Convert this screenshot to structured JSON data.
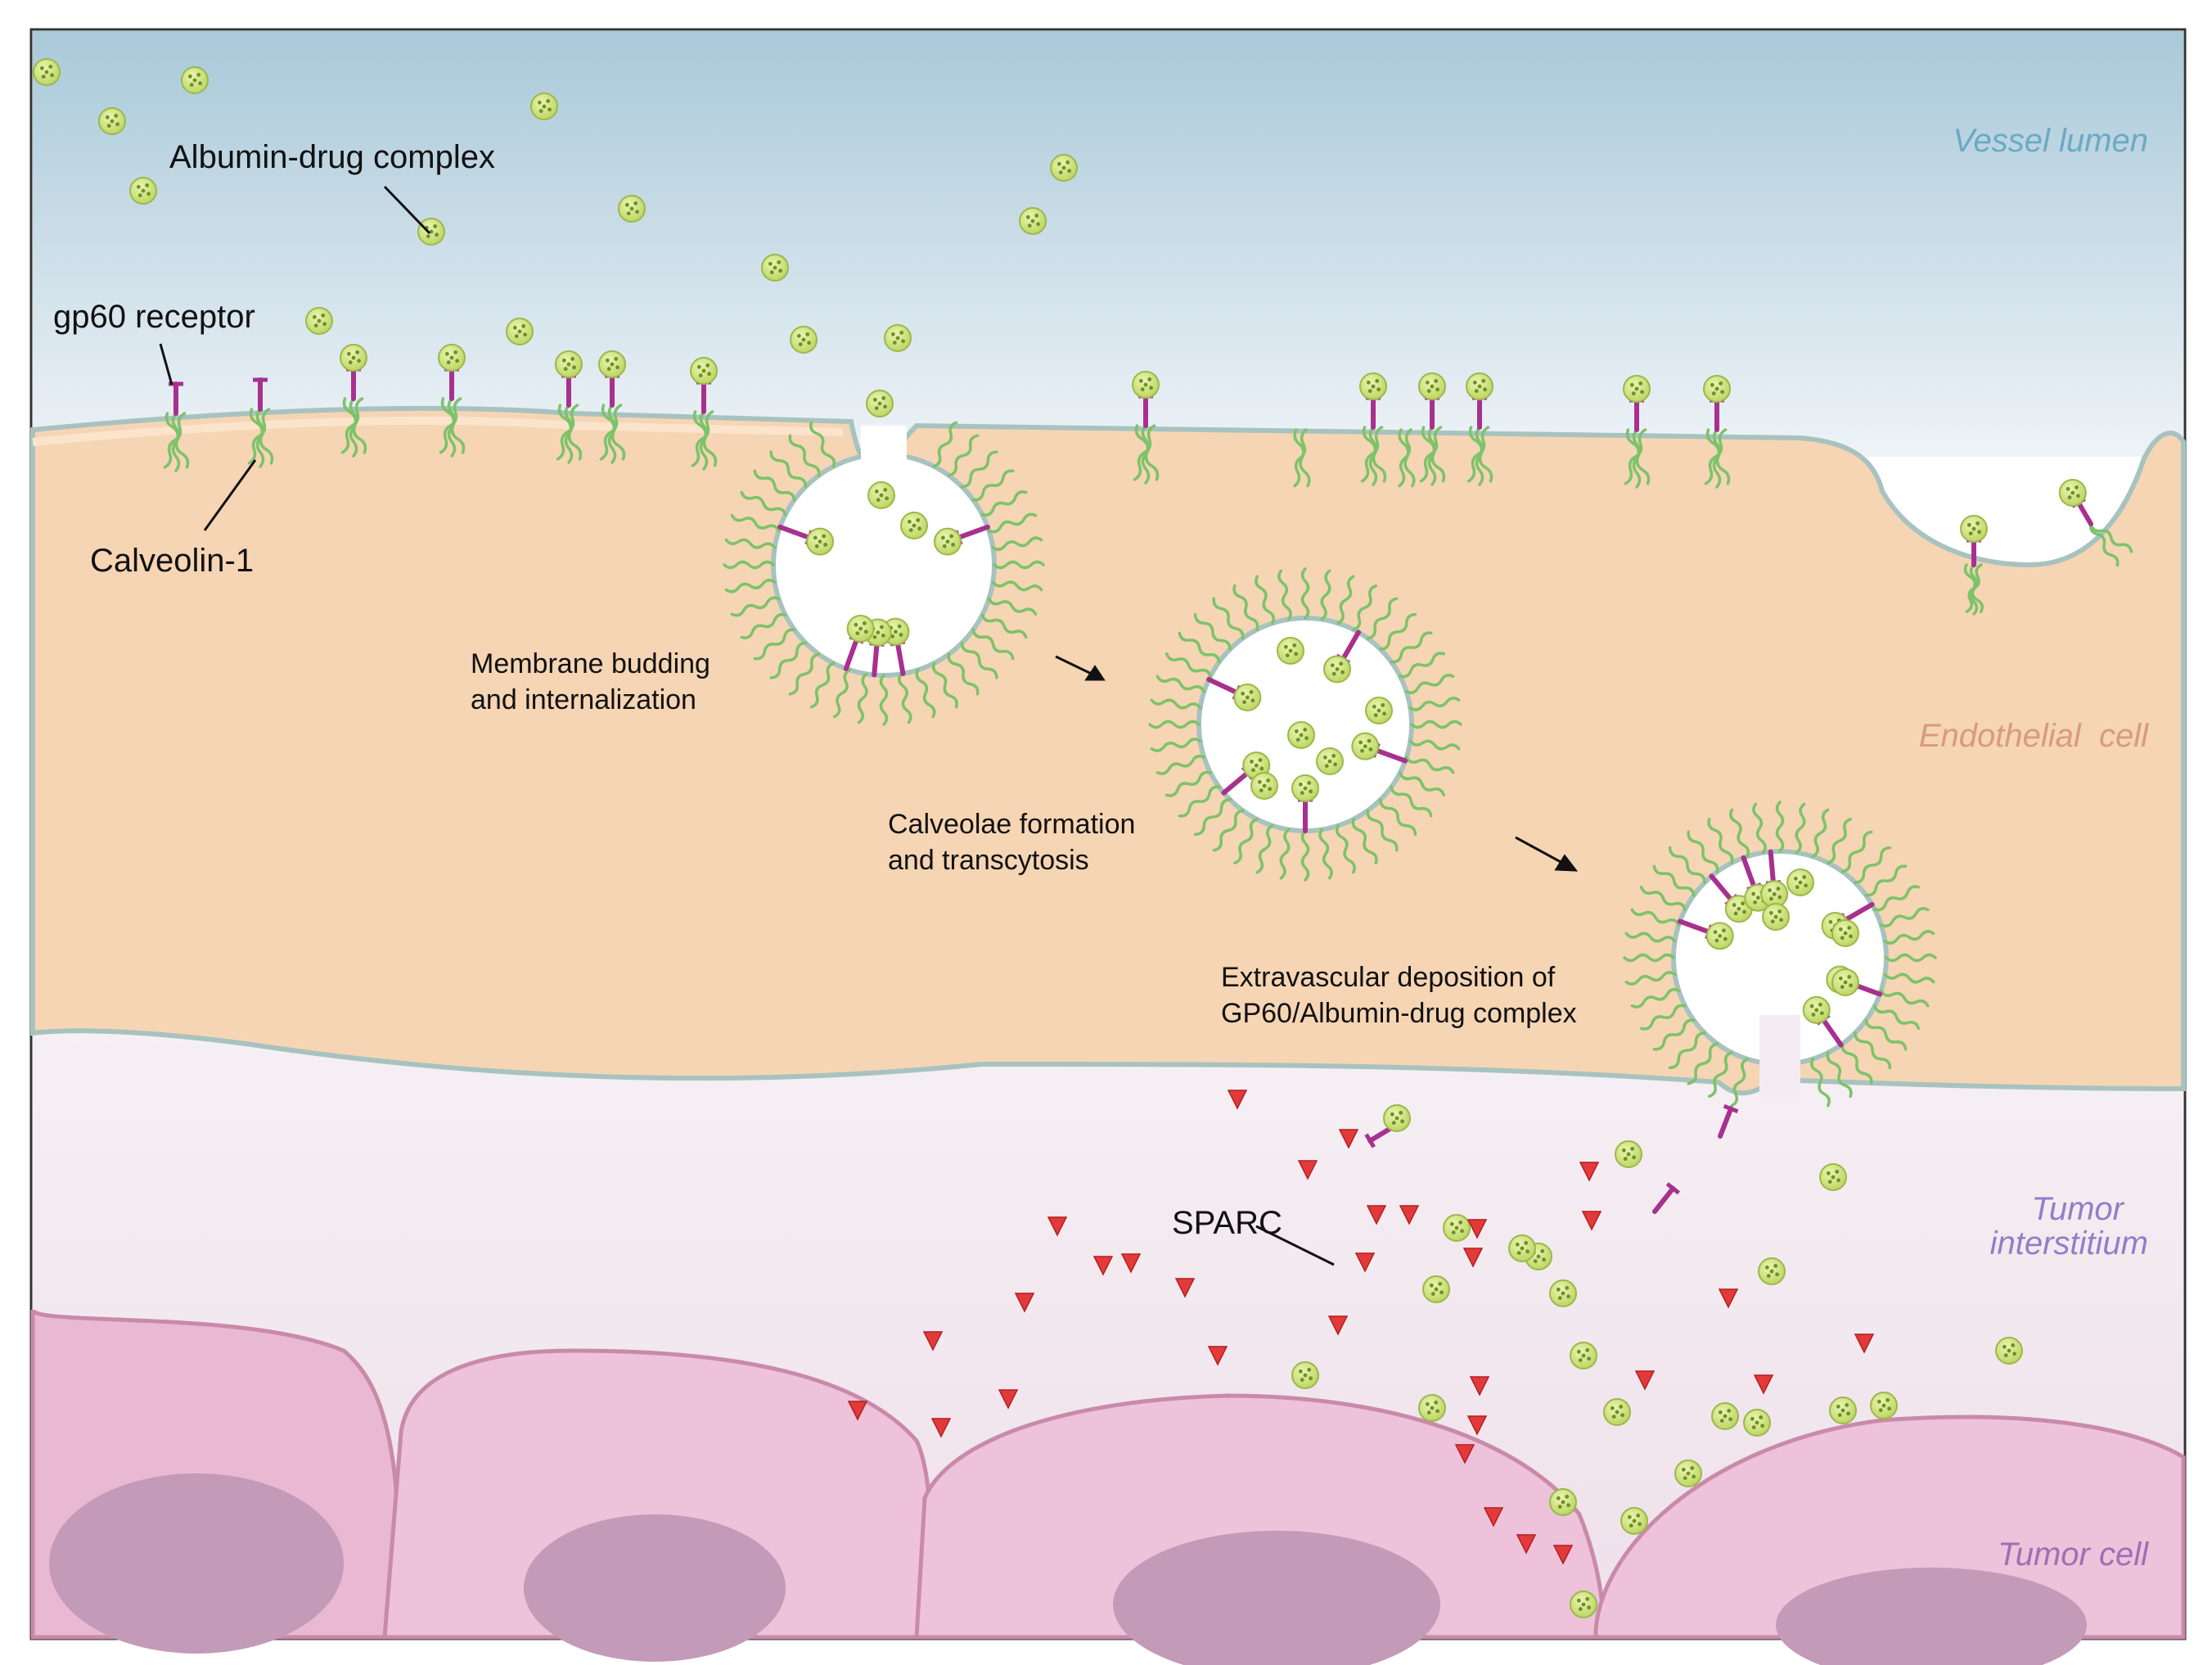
{
  "regions": {
    "vessel_lumen": "Vessel lumen",
    "endothelial_cell": "Endothelial  cell",
    "tumor_interstitium_line1": "Tumor",
    "tumor_interstitium_line2": "interstitium",
    "tumor_cell": "Tumor cell"
  },
  "labels": {
    "albumin_drug_complex": "Albumin-drug complex",
    "gp60_receptor": "gp60 receptor",
    "calveolin": "Calveolin-1",
    "sparc": "SPARC"
  },
  "steps": {
    "budding_line1": "Membrane budding",
    "budding_line2": "and internalization",
    "transcytosis_line1": "Calveolae formation",
    "transcytosis_line2": "and transcytosis",
    "deposition_line1": "Extravascular deposition of",
    "deposition_line2": "GP60/Albumin-drug complex"
  },
  "colors": {
    "lumen_top": "#a9c9d9",
    "lumen_bottom": "#eef3f7",
    "endothelium": "#f6d5b4",
    "membrane": "#a8c3bf",
    "interstitium": "#f1e5ee",
    "tumor_cell": "#e9b8d3",
    "tumor_nucleus": "#c39ab8",
    "albumin": "#c8e07a",
    "receptor": "#a8308f",
    "calveolin": "#7cc36a",
    "sparc": "#e23a3a",
    "vessel_lumen_label": "#6aaac4",
    "endothelial_label": "#d79a80",
    "interstitium_label": "#8f7fc6",
    "tumor_cell_label": "#9e6fb3"
  }
}
